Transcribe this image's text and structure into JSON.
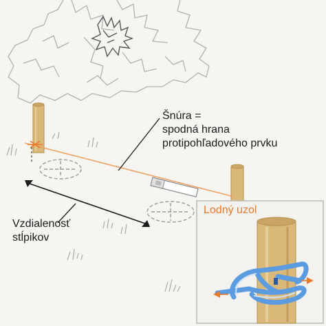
{
  "cord_label": {
    "line1": "Šnúra =",
    "line2": "spodná hrana",
    "line3": "protipohľadového prvku"
  },
  "distance_label": {
    "line1": "Vzdialenosť",
    "line2": "stĺpikov"
  },
  "inset": {
    "title": "Lodný uzol"
  },
  "colors": {
    "background": "#f6f5f2",
    "cord": "#f0a060",
    "accent": "#e87a2c",
    "post": "#d9b87a",
    "post_edge": "#b48f4e",
    "rope": "#5b9be0",
    "sketch": "#a8a8a8",
    "inset_border": "#b9b9b9"
  }
}
